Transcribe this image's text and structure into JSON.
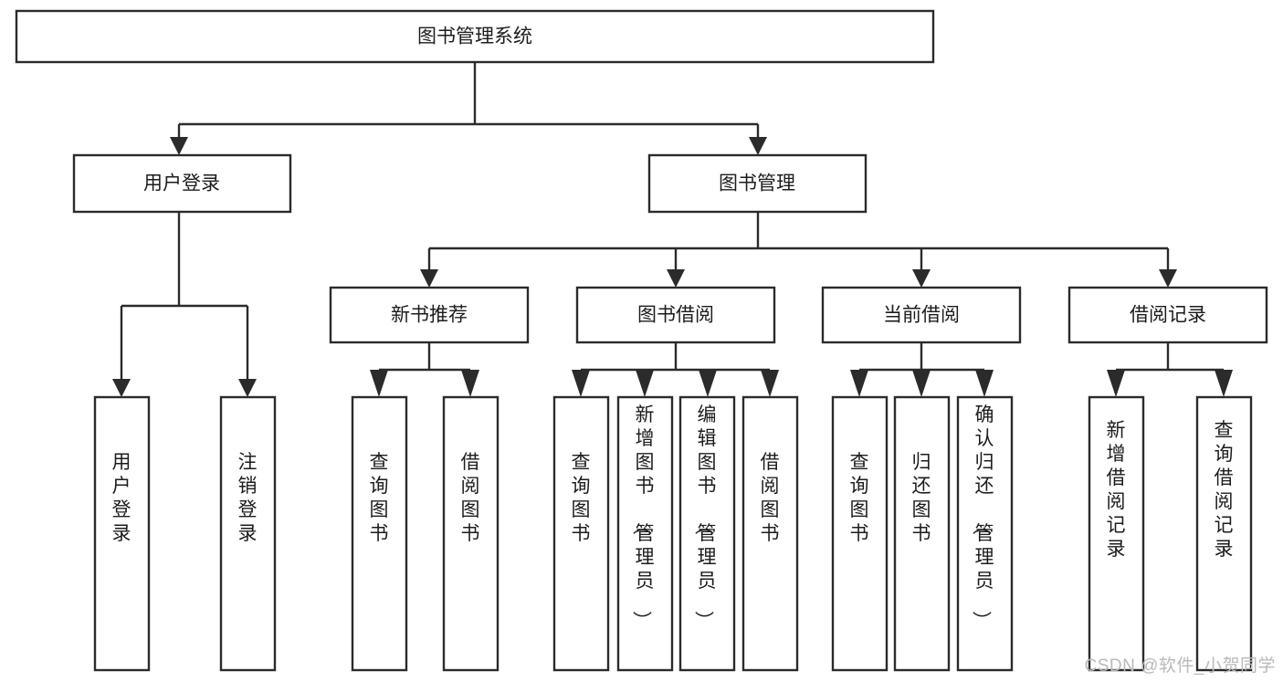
{
  "diagram": {
    "type": "tree",
    "title": "图书管理系统",
    "watermark": "CSDN @软件_小贺同学",
    "colors": {
      "stroke": "#2b2b2b",
      "fill": "#ffffff",
      "text": "#1c1c1c",
      "watermark": "#b9b9b9"
    },
    "levels": {
      "root": {
        "label": "图书管理系统"
      },
      "level2": [
        {
          "id": "user-login",
          "label": "用户登录"
        },
        {
          "id": "book-manage",
          "label": "图书管理"
        }
      ],
      "level3": [
        {
          "id": "new-book-rec",
          "label": "新书推荐",
          "parent": "book-manage"
        },
        {
          "id": "book-borrow",
          "label": "图书借阅",
          "parent": "book-manage"
        },
        {
          "id": "current-borrow",
          "label": "当前借阅",
          "parent": "book-manage"
        },
        {
          "id": "borrow-record",
          "label": "借阅记录",
          "parent": "book-manage"
        }
      ],
      "leaves": [
        {
          "id": "leaf-user-login",
          "label": "用户登录",
          "parent": "user-login"
        },
        {
          "id": "leaf-logout",
          "label": "注销登录",
          "parent": "user-login"
        },
        {
          "id": "leaf-query-book-1",
          "label": "查询图书",
          "parent": "new-book-rec"
        },
        {
          "id": "leaf-borrow-book-1",
          "label": "借阅图书",
          "parent": "new-book-rec"
        },
        {
          "id": "leaf-query-book-2",
          "label": "查询图书",
          "parent": "book-borrow"
        },
        {
          "id": "leaf-add-book",
          "label": "新增图书（管理员）",
          "parent": "book-borrow"
        },
        {
          "id": "leaf-edit-book",
          "label": "编辑图书（管理员）",
          "parent": "book-borrow"
        },
        {
          "id": "leaf-borrow-book-2",
          "label": "借阅图书",
          "parent": "book-borrow"
        },
        {
          "id": "leaf-query-book-3",
          "label": "查询图书",
          "parent": "current-borrow"
        },
        {
          "id": "leaf-return-book",
          "label": "归还图书",
          "parent": "current-borrow"
        },
        {
          "id": "leaf-confirm-return",
          "label": "确认归还（管理员）",
          "parent": "current-borrow"
        },
        {
          "id": "leaf-add-record",
          "label": "新增借阅记录",
          "parent": "borrow-record"
        },
        {
          "id": "leaf-query-record",
          "label": "查询借阅记录",
          "parent": "borrow-record"
        }
      ]
    }
  }
}
